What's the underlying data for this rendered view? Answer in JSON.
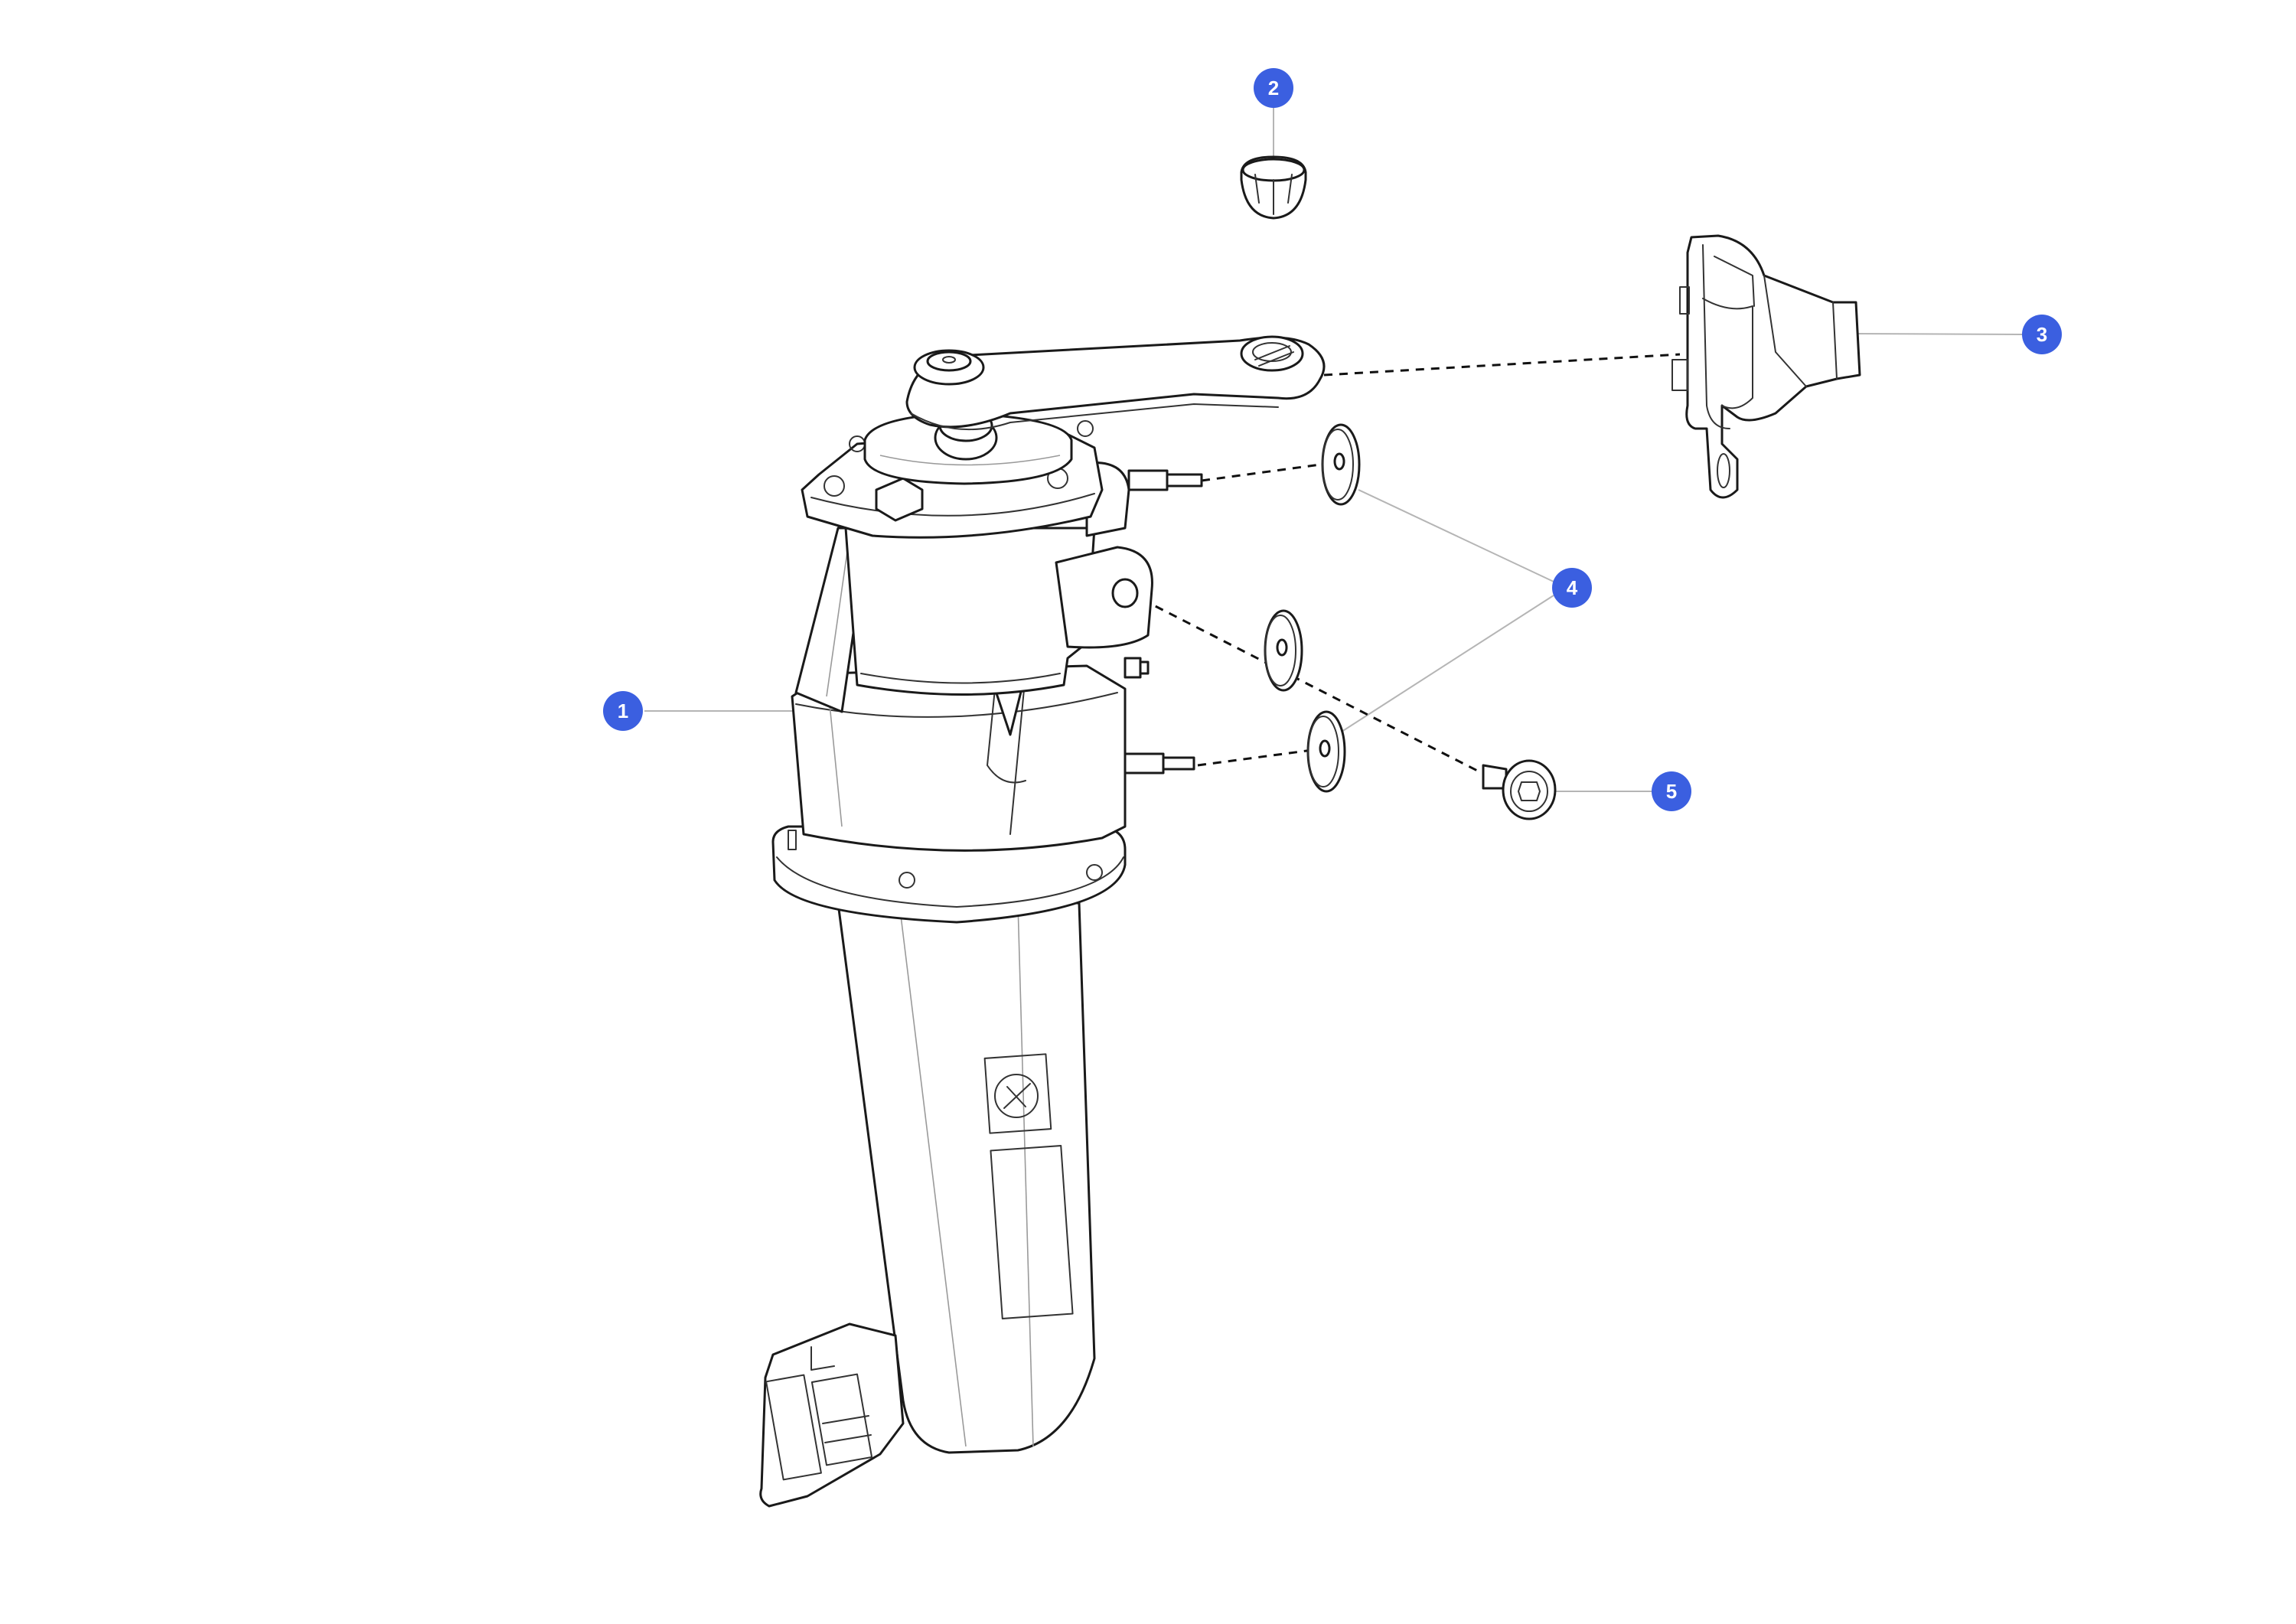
{
  "callout_color": "#3b5fe0",
  "callouts": [
    {
      "id": "1",
      "label": "1"
    },
    {
      "id": "2",
      "label": "2"
    },
    {
      "id": "3",
      "label": "3"
    },
    {
      "id": "4",
      "label": "4"
    },
    {
      "id": "5",
      "label": "5"
    }
  ]
}
